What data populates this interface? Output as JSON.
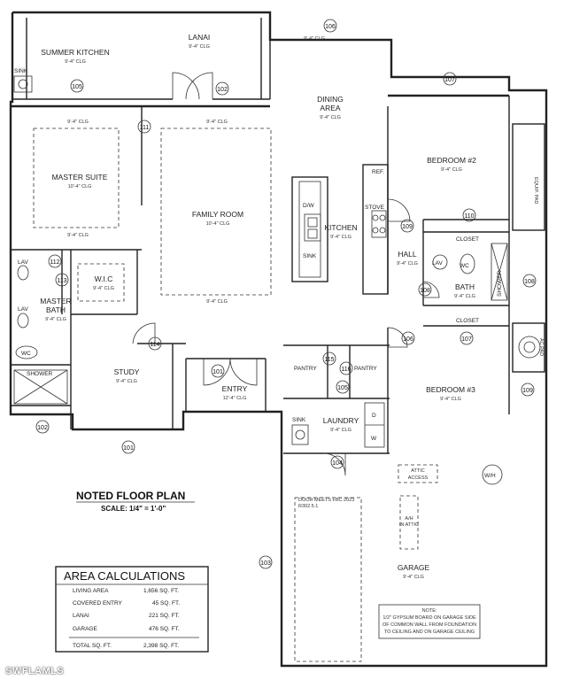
{
  "rooms": {
    "summer_kitchen": {
      "name": "SUMMER KITCHEN",
      "clg": "9'-4\" CLG"
    },
    "lanai": {
      "name": "LANAI",
      "clg": "9'-4\" CLG"
    },
    "dining": {
      "name": "DINING",
      "name2": "AREA",
      "clg": "9'-4\" CLG"
    },
    "bedroom2": {
      "name": "BEDROOM #2",
      "clg": "9'-4\" CLG"
    },
    "master_suite": {
      "name": "MASTER SUITE",
      "clg": "10'-4\" CLG"
    },
    "family_room": {
      "name": "FAMILY ROOM",
      "clg": "10'-4\" CLG"
    },
    "kitchen": {
      "name": "KITCHEN",
      "clg": "9'-4\" CLG"
    },
    "hall": {
      "name": "HALL",
      "clg": "9'-4\" CLG"
    },
    "bath": {
      "name": "BATH",
      "clg": "9'-4\" CLG"
    },
    "wic": {
      "name": "W.I.C",
      "clg": "9'-4\" CLG"
    },
    "master_bath": {
      "name": "MASTER",
      "name2": "BATH",
      "clg": "9'-4\" CLG"
    },
    "study": {
      "name": "STUDY",
      "clg": "9'-4\" CLG"
    },
    "entry": {
      "name": "ENTRY",
      "clg": "12'-4\" CLG"
    },
    "laundry": {
      "name": "LAUNDRY",
      "clg": "9'-4\" CLG"
    },
    "bedroom3": {
      "name": "BEDROOM #3",
      "clg": "9'-4\" CLG"
    },
    "garage": {
      "name": "GARAGE",
      "clg": "9'-4\" CLG"
    }
  },
  "ceiling_marks": {
    "a": "9'-4\" CLG",
    "b": "9'-4\" CLG",
    "c": "9'-4\" CLG",
    "d": "9'-4\" CLG",
    "e": "9'-4\" CLG"
  },
  "fixtures": {
    "sink_summer": "SINK",
    "ref": "REF.",
    "stove": "STOVE",
    "dw": "D/W",
    "sink_kitchen": "SINK",
    "closet_a": "CLOSET",
    "closet_b": "CLOSET",
    "lav_bath": "LAV",
    "wc_bath": "WC",
    "shower_bath": "SHOWER",
    "lav_a": "LAV",
    "lav_b": "LAV",
    "wc_master": "WC",
    "shower_master": "SHOWER",
    "pantry_a": "PANTRY",
    "pantry_b": "PANTRY",
    "sink_laundry": "SINK",
    "dryer": "D",
    "washer": "W",
    "wh": "W/H",
    "attic_access_1": "ATTIC",
    "attic_access_2": "ACCESS",
    "ah_1": "A/H",
    "ah_2": "IN ATTIC",
    "equip_pad": "EQUIP. PAD",
    "ac_pad": "AC PAD"
  },
  "door_tags": {
    "t101a": "101",
    "t101b": "101",
    "t102a": "102",
    "t102b": "102",
    "t103": "103",
    "t104": "104",
    "t105a": "105",
    "t105b": "105",
    "t106a": "106",
    "t106b": "106",
    "t107a": "107",
    "t107b": "107",
    "t108a": "108",
    "t108b": "108",
    "t109a": "109",
    "t109b": "109",
    "t110": "110",
    "t111": "111",
    "t112": "112",
    "t113": "113",
    "t114": "114",
    "t115": "115",
    "t116": "116"
  },
  "notes": {
    "fbc_1": "DOOR MEETS FBC 2023",
    "fbc_2": "R302.5.1",
    "garage_note_title": "NOTE:",
    "garage_note_1": "1/2\" GYPSUM BOARD ON GARAGE SIDE",
    "garage_note_2": "OF COMMON WALL FROM FOUNDATION",
    "garage_note_3": "TO CEILING AND ON GARAGE CEILING"
  },
  "title_block": {
    "title": "NOTED FLOOR PLAN",
    "scale": "SCALE: 1/4\" = 1'-0\""
  },
  "area_calcs": {
    "heading": "AREA CALCULATIONS",
    "rows": [
      {
        "label": "LIVING AREA",
        "value": "1,656 SQ. FT."
      },
      {
        "label": "COVERED ENTRY",
        "value": "45 SQ. FT."
      },
      {
        "label": "LANAI",
        "value": "221 SQ. FT."
      },
      {
        "label": "GARAGE",
        "value": "476 SQ. FT."
      }
    ],
    "total": {
      "label": "TOTAL SQ. FT.",
      "value": "2,398 SQ. FT."
    }
  },
  "watermark": "SWFLAMLS"
}
